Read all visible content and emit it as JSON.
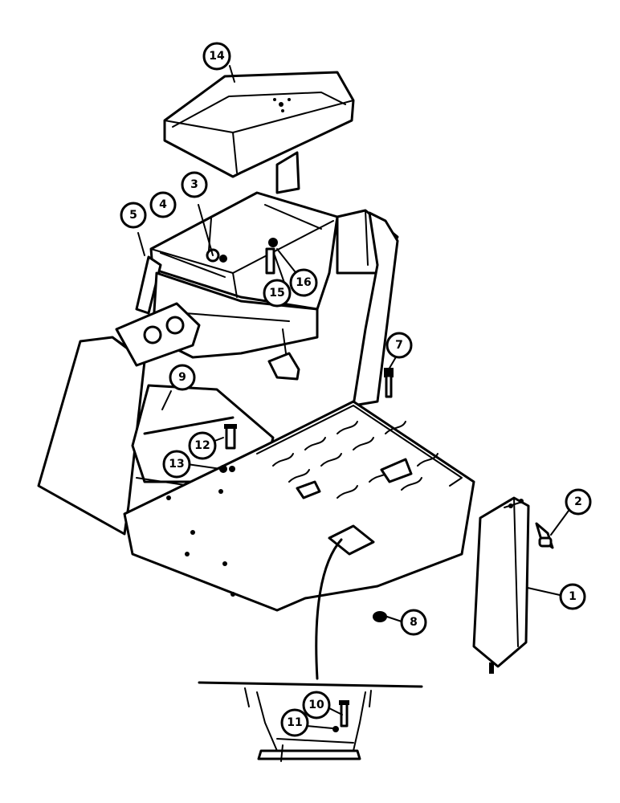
{
  "callouts": [
    {
      "id": "1",
      "label": "1"
    },
    {
      "id": "2",
      "label": "2"
    },
    {
      "id": "3",
      "label": "3"
    },
    {
      "id": "4",
      "label": "4"
    },
    {
      "id": "5",
      "label": "5"
    },
    {
      "id": "7",
      "label": "7"
    },
    {
      "id": "8",
      "label": "8"
    },
    {
      "id": "9",
      "label": "9"
    },
    {
      "id": "10",
      "label": "10"
    },
    {
      "id": "11",
      "label": "11"
    },
    {
      "id": "12",
      "label": "12"
    },
    {
      "id": "13",
      "label": "13"
    },
    {
      "id": "14",
      "label": "14"
    },
    {
      "id": "15",
      "label": "15"
    },
    {
      "id": "16",
      "label": "16"
    }
  ]
}
